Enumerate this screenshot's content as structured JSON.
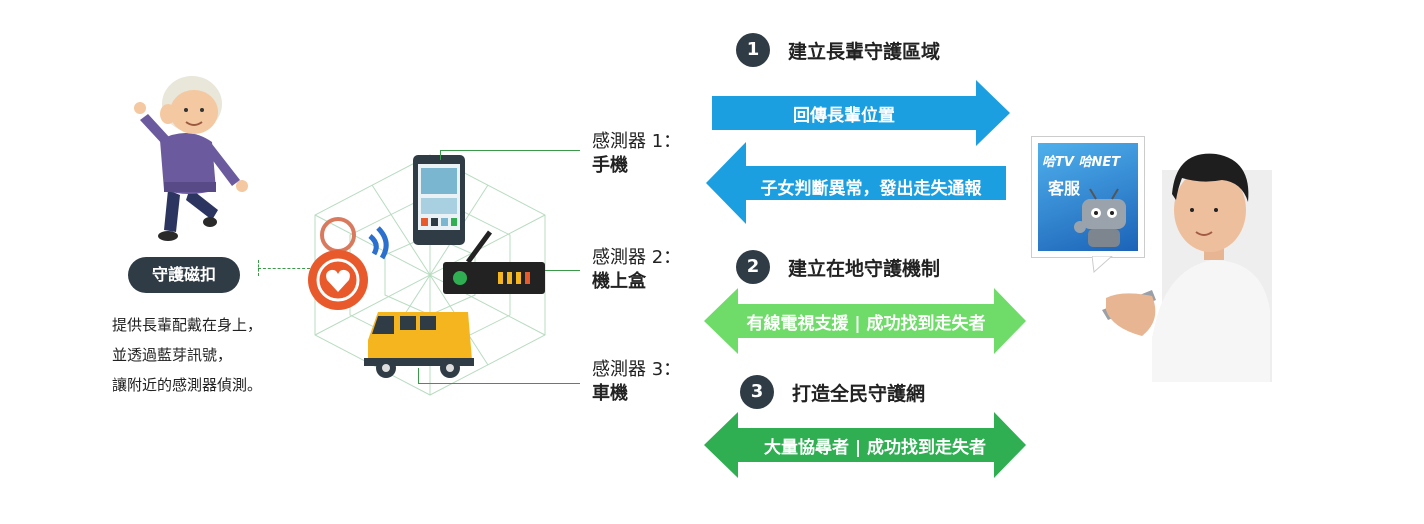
{
  "left": {
    "tag_label": "守護磁扣",
    "desc_lines": [
      "提供長輩配戴在身上，",
      "並透過藍芽訊號，",
      "讓附近的感測器偵測。"
    ]
  },
  "sensors": [
    {
      "label": "感測器 1：",
      "device": "手機"
    },
    {
      "label": "感測器 2：",
      "device": "機上盒"
    },
    {
      "label": "感測器 3：",
      "device": "車機"
    }
  ],
  "steps": [
    {
      "num": "1",
      "title": "建立長輩守護區域"
    },
    {
      "num": "2",
      "title": "建立在地守護機制"
    },
    {
      "num": "3",
      "title": "打造全民守護網"
    }
  ],
  "arrows": [
    {
      "text": "回傳長輩位置",
      "direction": "right",
      "color": "#1b9fe0"
    },
    {
      "text": "子女判斷異常，發出走失通報",
      "direction": "left",
      "color": "#1b9fe0"
    },
    {
      "text": "有線電視支援 | 成功找到走失者",
      "direction": "both",
      "color": "#6fdc6a"
    },
    {
      "text": "大量協尋者 | 成功找到走失者",
      "direction": "both",
      "color": "#2fae52"
    }
  ],
  "tv_card": {
    "brand": "哈TV 哈NET",
    "service": "客服"
  },
  "colors": {
    "dark": "#2f3b45",
    "blue": "#1b9fe0",
    "lightgreen": "#6fdc6a",
    "green": "#2fae52",
    "orange": "#e8592b",
    "yellow": "#f5b51e"
  }
}
